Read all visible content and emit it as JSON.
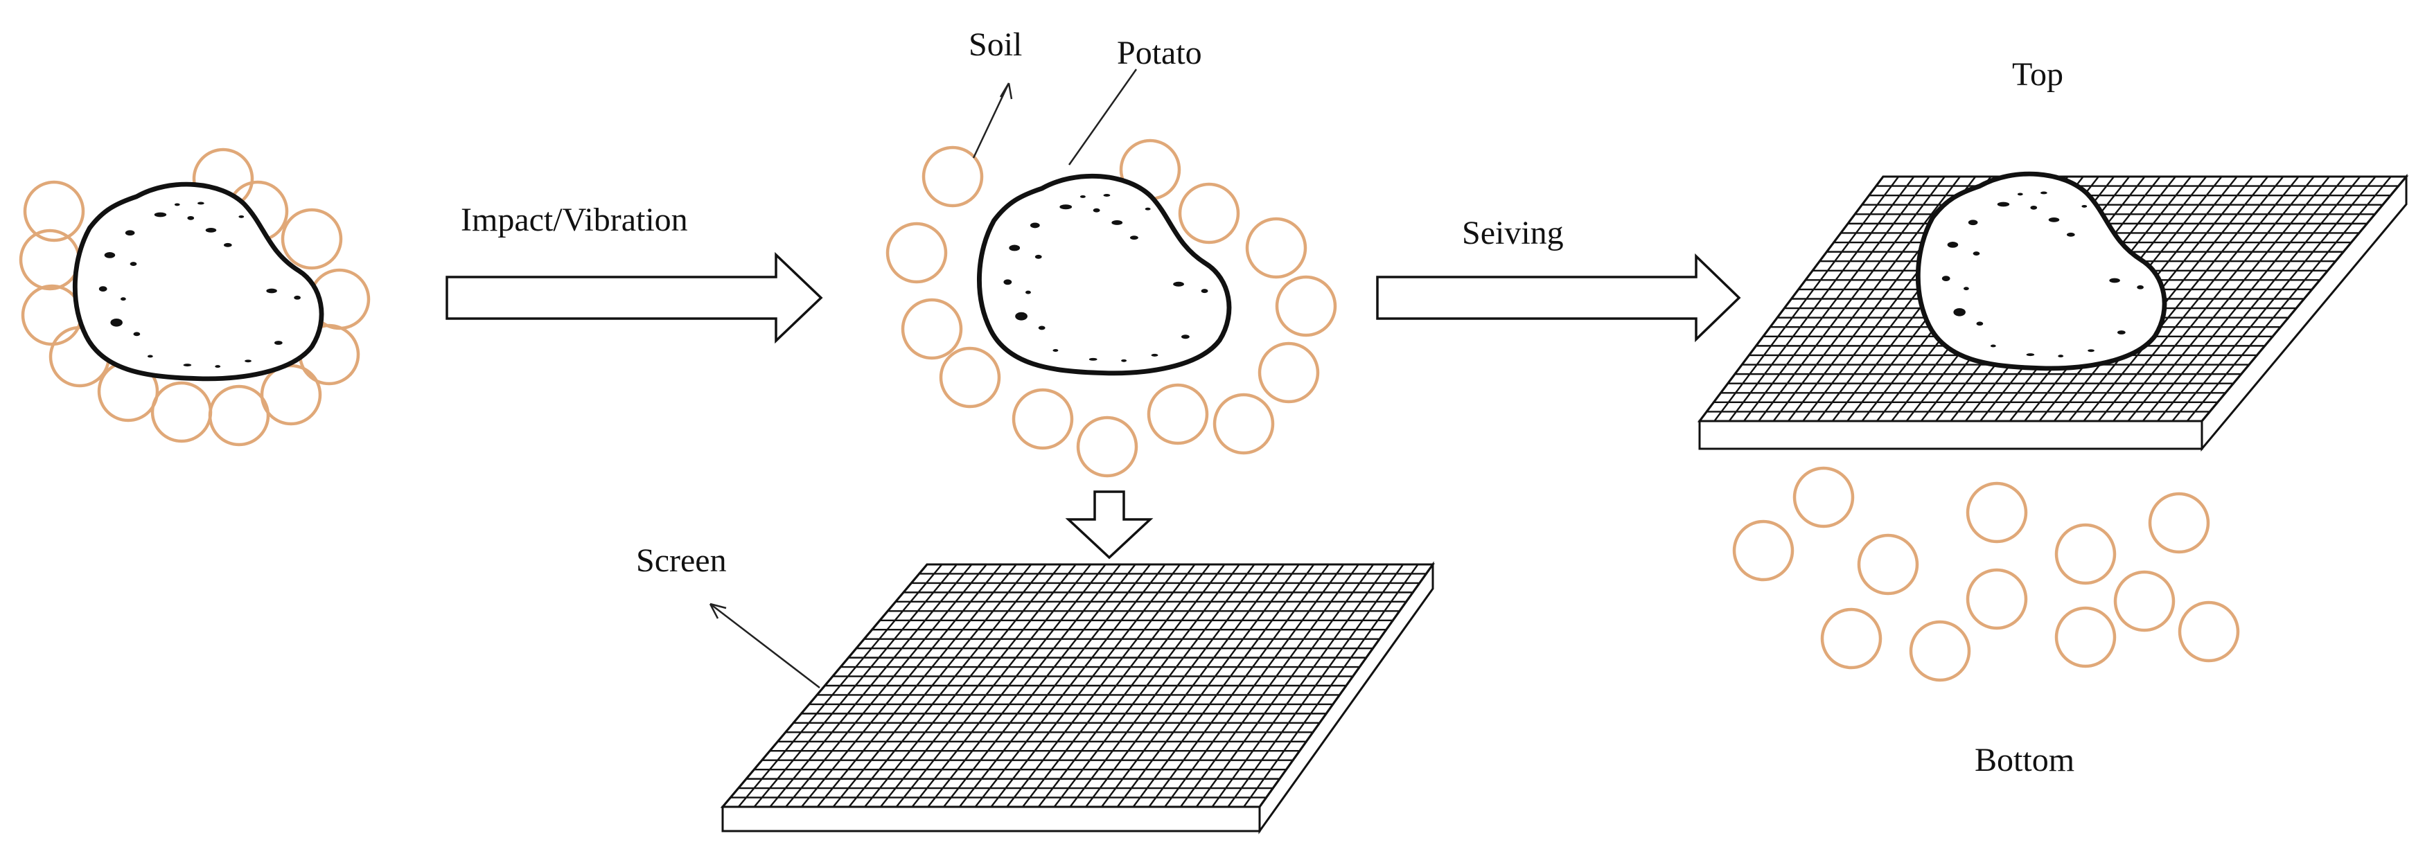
{
  "labels": {
    "soil": "Soil",
    "potato": "Potato",
    "impact": "Impact/Vibration",
    "seiving": "Seiving",
    "top": "Top",
    "screen": "Screen",
    "bottom": "Bottom"
  },
  "colors": {
    "soil": "#e0a878",
    "outline": "#111111",
    "background": "#ffffff"
  }
}
